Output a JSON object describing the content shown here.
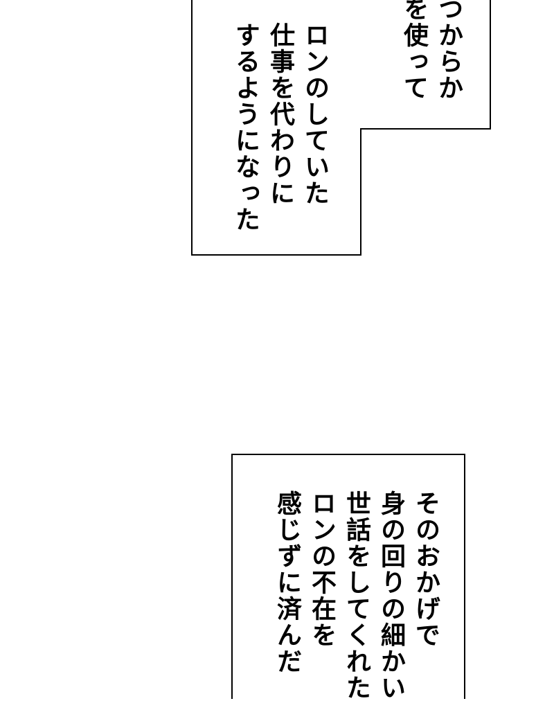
{
  "page": {
    "background": "#ffffff",
    "border_color": "#000000",
    "text_color": "#000000"
  },
  "panels": {
    "top_box": {
      "partial_columns": [
        "つからか",
        "を使って"
      ],
      "columns": [
        "ロンのしていた",
        "仕事を代わりに",
        "するようになった"
      ]
    },
    "bottom_box": {
      "columns": [
        "そのおかげで",
        "身の回りの細かい",
        "世話をしてくれた",
        "ロンの不在を",
        "感じずに済んだ"
      ]
    }
  }
}
